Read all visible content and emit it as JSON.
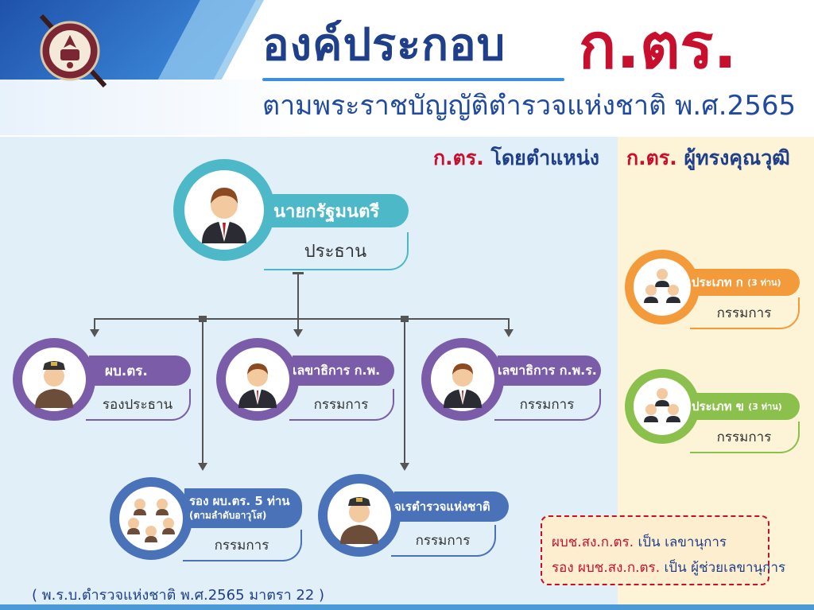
{
  "header": {
    "title_main": "องค์ประกอบ",
    "title_accent": "ก.ตร.",
    "subtitle": "ตามพระราชบัญญัติตำรวจแห่งชาติ พ.ศ.2565"
  },
  "sections": {
    "left_prefix": "ก.ตร.",
    "left_title": "โดยตำแหน่ง",
    "right_prefix": "ก.ตร.",
    "right_title": "ผู้ทรงคุณวุฒิ"
  },
  "nodes": {
    "pm": {
      "name": "นายกรัฐมนตรี",
      "role": "ประธาน"
    },
    "police_chief": {
      "name": "ผบ.ตร.",
      "role": "รองประธาน"
    },
    "ocsc_secretary": {
      "name": "เลขาธิการ ก.พ.",
      "role": "กรรมการ"
    },
    "opdc_secretary": {
      "name": "เลขาธิการ ก.พ.ร.",
      "role": "กรรมการ"
    },
    "deputy_chiefs": {
      "name": "รอง ผบ.ตร. 5 ท่าน",
      "note": "(ตามลำดับอาวุโส)",
      "role": "กรรมการ"
    },
    "inspector": {
      "name": "จเรตำรวจแห่งชาติ",
      "role": "กรรมการ"
    },
    "type_a": {
      "name": "ประเภท ก",
      "count": "(3 ท่าน)",
      "role": "กรรมการ"
    },
    "type_b": {
      "name": "ประเภท ข",
      "count": "(3 ท่าน)",
      "role": "กรรมการ"
    }
  },
  "note": {
    "line1_red": "ผบช.สง.ก.ตร.",
    "line1_rest": " เป็น เลขานุการ",
    "line2_red": "รอง ผบช.สง.ก.ตร.",
    "line2_rest": " เป็น ผู้ช่วยเลขานุการ"
  },
  "footer": "( พ.ร.บ.ตำรวจแห่งชาติ พ.ศ.2565 มาตรา 22 )",
  "colors": {
    "teal": "#4db8c7",
    "purple": "#7b5ca8",
    "blue": "#4a72b8",
    "orange": "#f39a3a",
    "green": "#8cc04d",
    "red": "#c8102e",
    "navy": "#1f3f8a"
  },
  "icons": {
    "emblem": "royal-thai-police-emblem-icon",
    "businessman": "businessman-icon",
    "police_officer": "police-officer-icon",
    "group": "group-people-icon"
  }
}
